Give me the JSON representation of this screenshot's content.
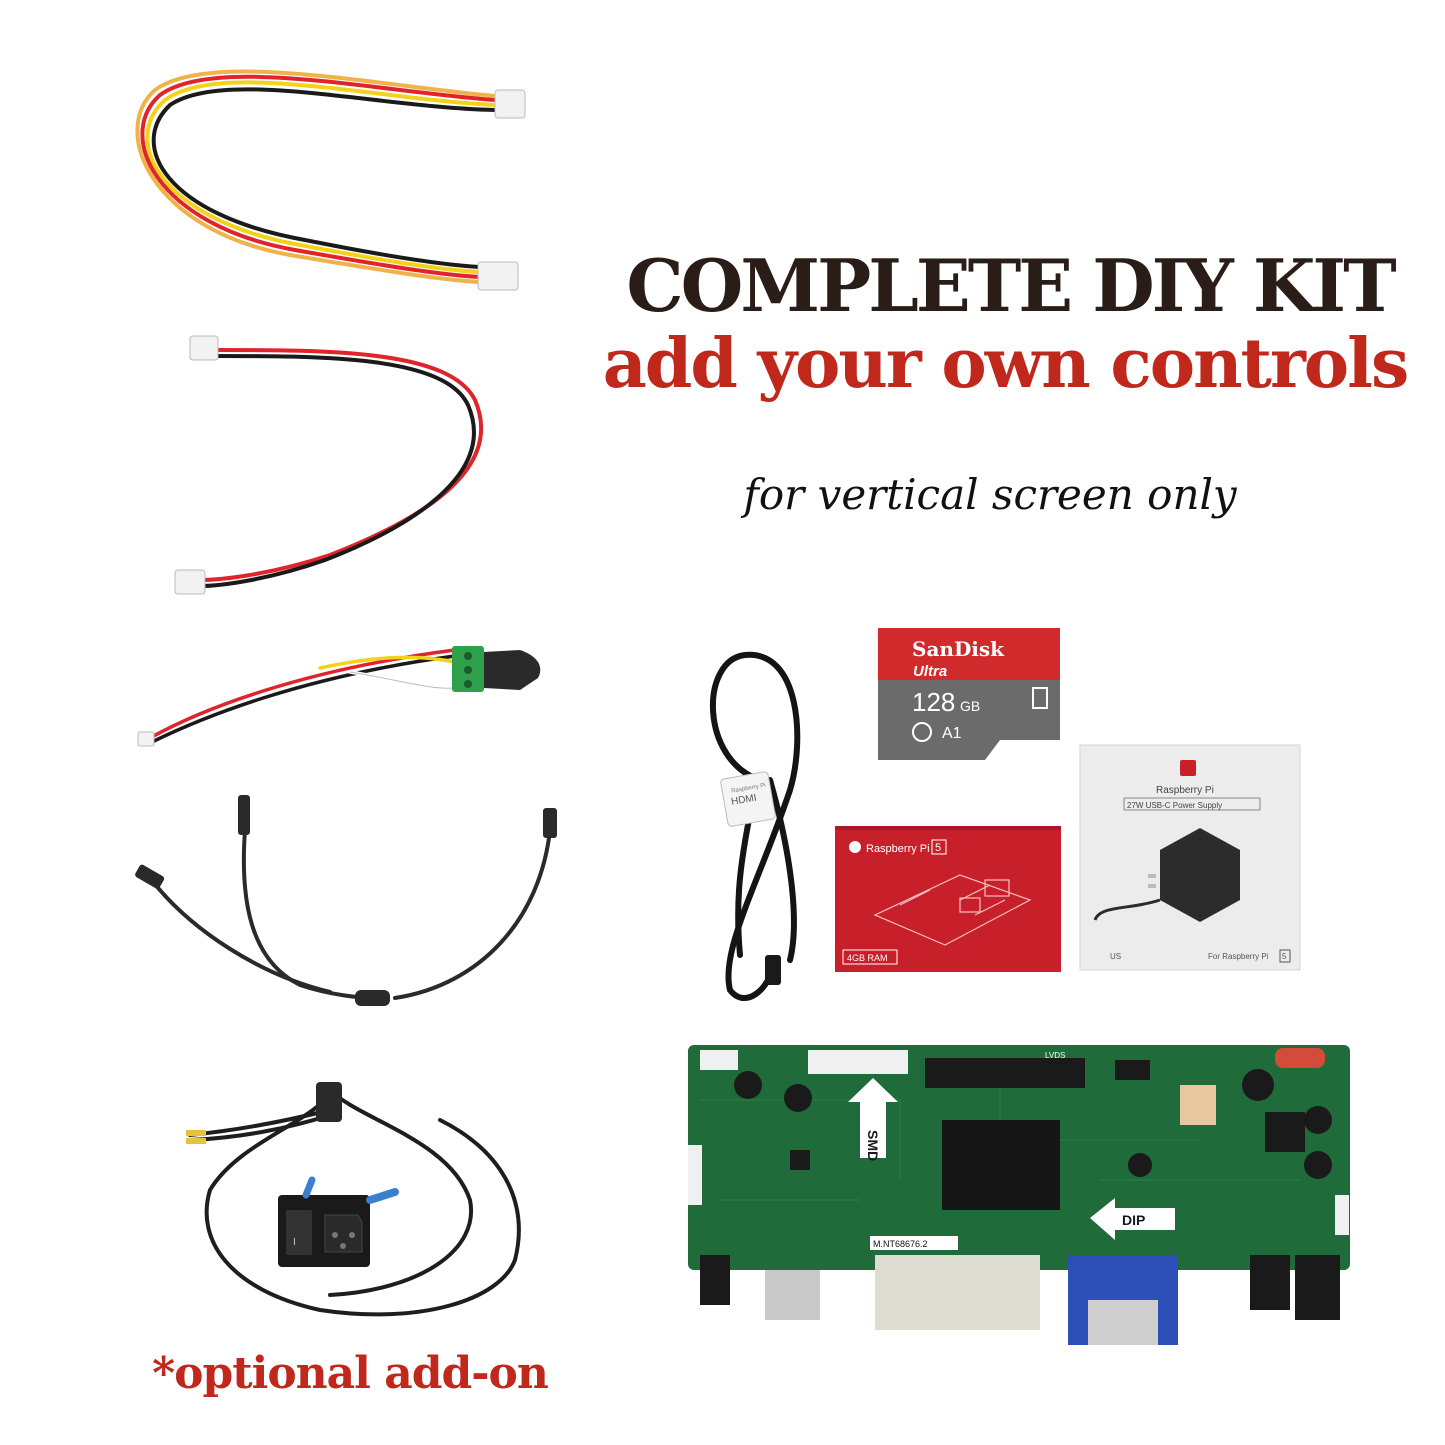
{
  "headline": "COMPLETE DIY KIT",
  "subheadline": "add your own controls",
  "note": "for vertical screen only",
  "addon_label": "*optional add-on",
  "sd_card": {
    "brand": "SanDisk",
    "line": "Ultra",
    "capacity": "128",
    "unit": "GB",
    "class": "A1"
  },
  "pi_box": {
    "brand": "Raspberry Pi",
    "model": "5",
    "ram": "4GB RAM"
  },
  "power_box": {
    "brand": "Raspberry Pi",
    "product": "27W USB-C Power Supply",
    "footer": "For Raspberry Pi",
    "model": "5",
    "region": "US"
  },
  "hdmi_cable": {
    "label": "HDMI",
    "tag": "Raspberry Pi"
  },
  "board": {
    "model": "M.NT68676.2",
    "arrow_top": "SMD",
    "arrow_side": "DIP",
    "lvds": "LVDS"
  },
  "colors": {
    "headline": "#2a1d17",
    "accent": "#c0281c",
    "pcb": "#1f6b3a",
    "sd_red": "#d02a2c",
    "sd_gray": "#6b6b6b"
  }
}
